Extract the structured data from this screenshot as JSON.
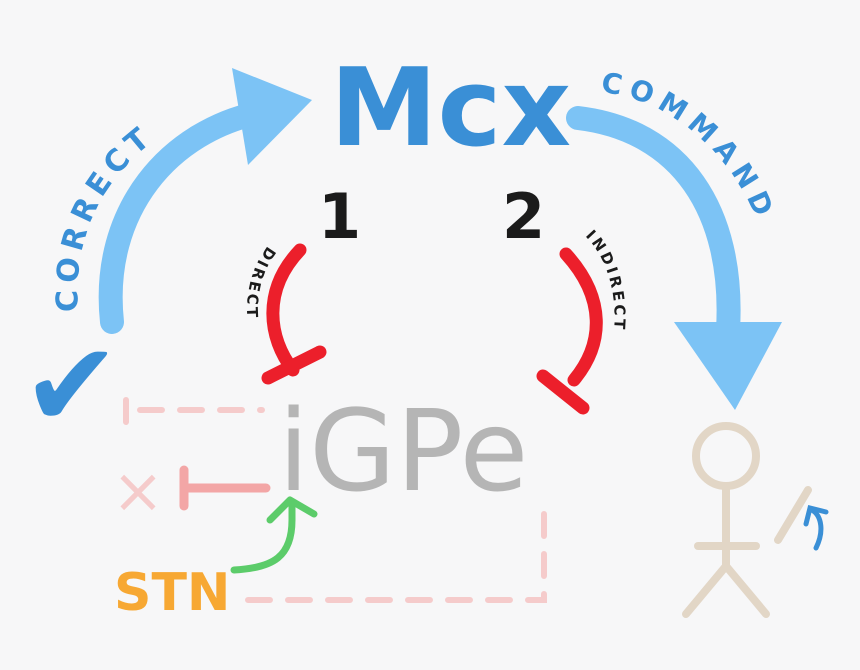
{
  "diagram": {
    "center_label": "Mcx",
    "left_arrow_label": "CORRECT",
    "right_arrow_label": "COMMAND",
    "path1_number": "1",
    "path2_number": "2",
    "path1_label": "DIRECT",
    "path2_label": "INDIRECT",
    "target_label": "iGPe",
    "input_label": "STN",
    "error_mark": "×",
    "check_mark": "✔",
    "figure": "stick-person-icon"
  },
  "colors": {
    "mcx": "#3a8fd6",
    "blue_arrow": "#7cc3f5",
    "red_inhibit": "#ec1f2b",
    "green_excite": "#5ccc6a",
    "orange_stn": "#f7a833",
    "gpe_gray": "#b5b5b5",
    "pink_faded": "#f5cbcb",
    "stick_figure": "#e2d6c6"
  }
}
